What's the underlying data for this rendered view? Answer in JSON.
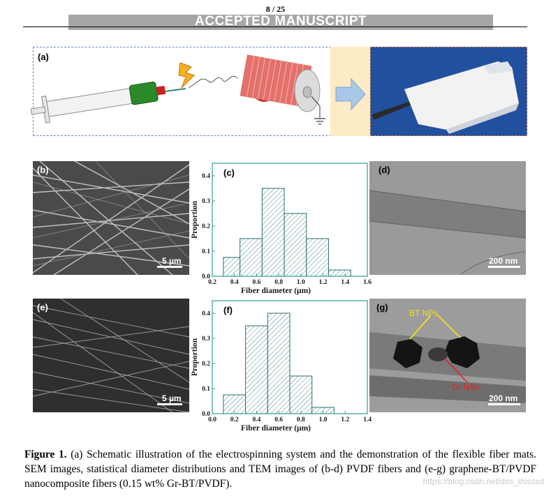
{
  "header": {
    "page_number": "8 / 25",
    "banner": "ACCEPTED MANUSCRIPT"
  },
  "panels": {
    "a": {
      "label": "(a)"
    },
    "b": {
      "label": "(b)",
      "scale": "5 µm"
    },
    "c": {
      "label": "(c)"
    },
    "d": {
      "label": "(d)",
      "scale": "200 nm"
    },
    "e": {
      "label": "(e)",
      "scale": "5 µm"
    },
    "f": {
      "label": "(f)"
    },
    "g": {
      "label": "(g)",
      "scale": "200 nm",
      "annotation_bt": "BT NPs",
      "annotation_gr": "Gr NSs"
    }
  },
  "colors": {
    "axis": "#2e9c9c",
    "hatch": "#3a7a7a",
    "annotation_yellow": "#f5e21b",
    "annotation_red": "#e02020"
  },
  "chart_data": [
    {
      "type": "bar",
      "panel": "c",
      "xlabel": "Fiber diameter (μm)",
      "ylabel": "Proportion",
      "xlim": [
        0.2,
        1.6
      ],
      "ylim": [
        0.0,
        0.45
      ],
      "xticks": [
        "0.2",
        "0.4",
        "0.6",
        "0.8",
        "1.0",
        "1.2",
        "1.4",
        "1.6"
      ],
      "yticks": [
        "0.0",
        "0.1",
        "0.2",
        "0.3",
        "0.4"
      ],
      "bins": [
        [
          0.3,
          0.45
        ],
        [
          0.45,
          0.65
        ],
        [
          0.65,
          0.85
        ],
        [
          0.85,
          1.05
        ],
        [
          1.05,
          1.25
        ],
        [
          1.25,
          1.45
        ]
      ],
      "values": [
        0.075,
        0.15,
        0.35,
        0.25,
        0.15,
        0.025
      ]
    },
    {
      "type": "bar",
      "panel": "f",
      "xlabel": "Fiber diameter (μm)",
      "ylabel": "Proportion",
      "xlim": [
        0.0,
        1.4
      ],
      "ylim": [
        0.0,
        0.45
      ],
      "xticks": [
        "0.0",
        "0.2",
        "0.4",
        "0.6",
        "0.8",
        "1.0",
        "1.2",
        "1.4"
      ],
      "yticks": [
        "0.0",
        "0.1",
        "0.2",
        "0.3",
        "0.4"
      ],
      "bins": [
        [
          0.1,
          0.3
        ],
        [
          0.3,
          0.5
        ],
        [
          0.5,
          0.7
        ],
        [
          0.7,
          0.9
        ],
        [
          0.9,
          1.1
        ]
      ],
      "values": [
        0.075,
        0.35,
        0.4,
        0.15,
        0.025
      ]
    }
  ],
  "caption": {
    "bold": "Figure 1.",
    "text": " (a) Schematic illustration of the electrospinning system and the demonstration of the flexible fiber mats. SEM images, statistical diameter distributions and TEM images of (b-d) PVDF fibers and (e-g) graphene-BT/PVDF nanocomposite fibers (0.15 wt% Gr-BT/PVDF)."
  },
  "watermark": "https://blog.csdn.net/dss_dssssd"
}
